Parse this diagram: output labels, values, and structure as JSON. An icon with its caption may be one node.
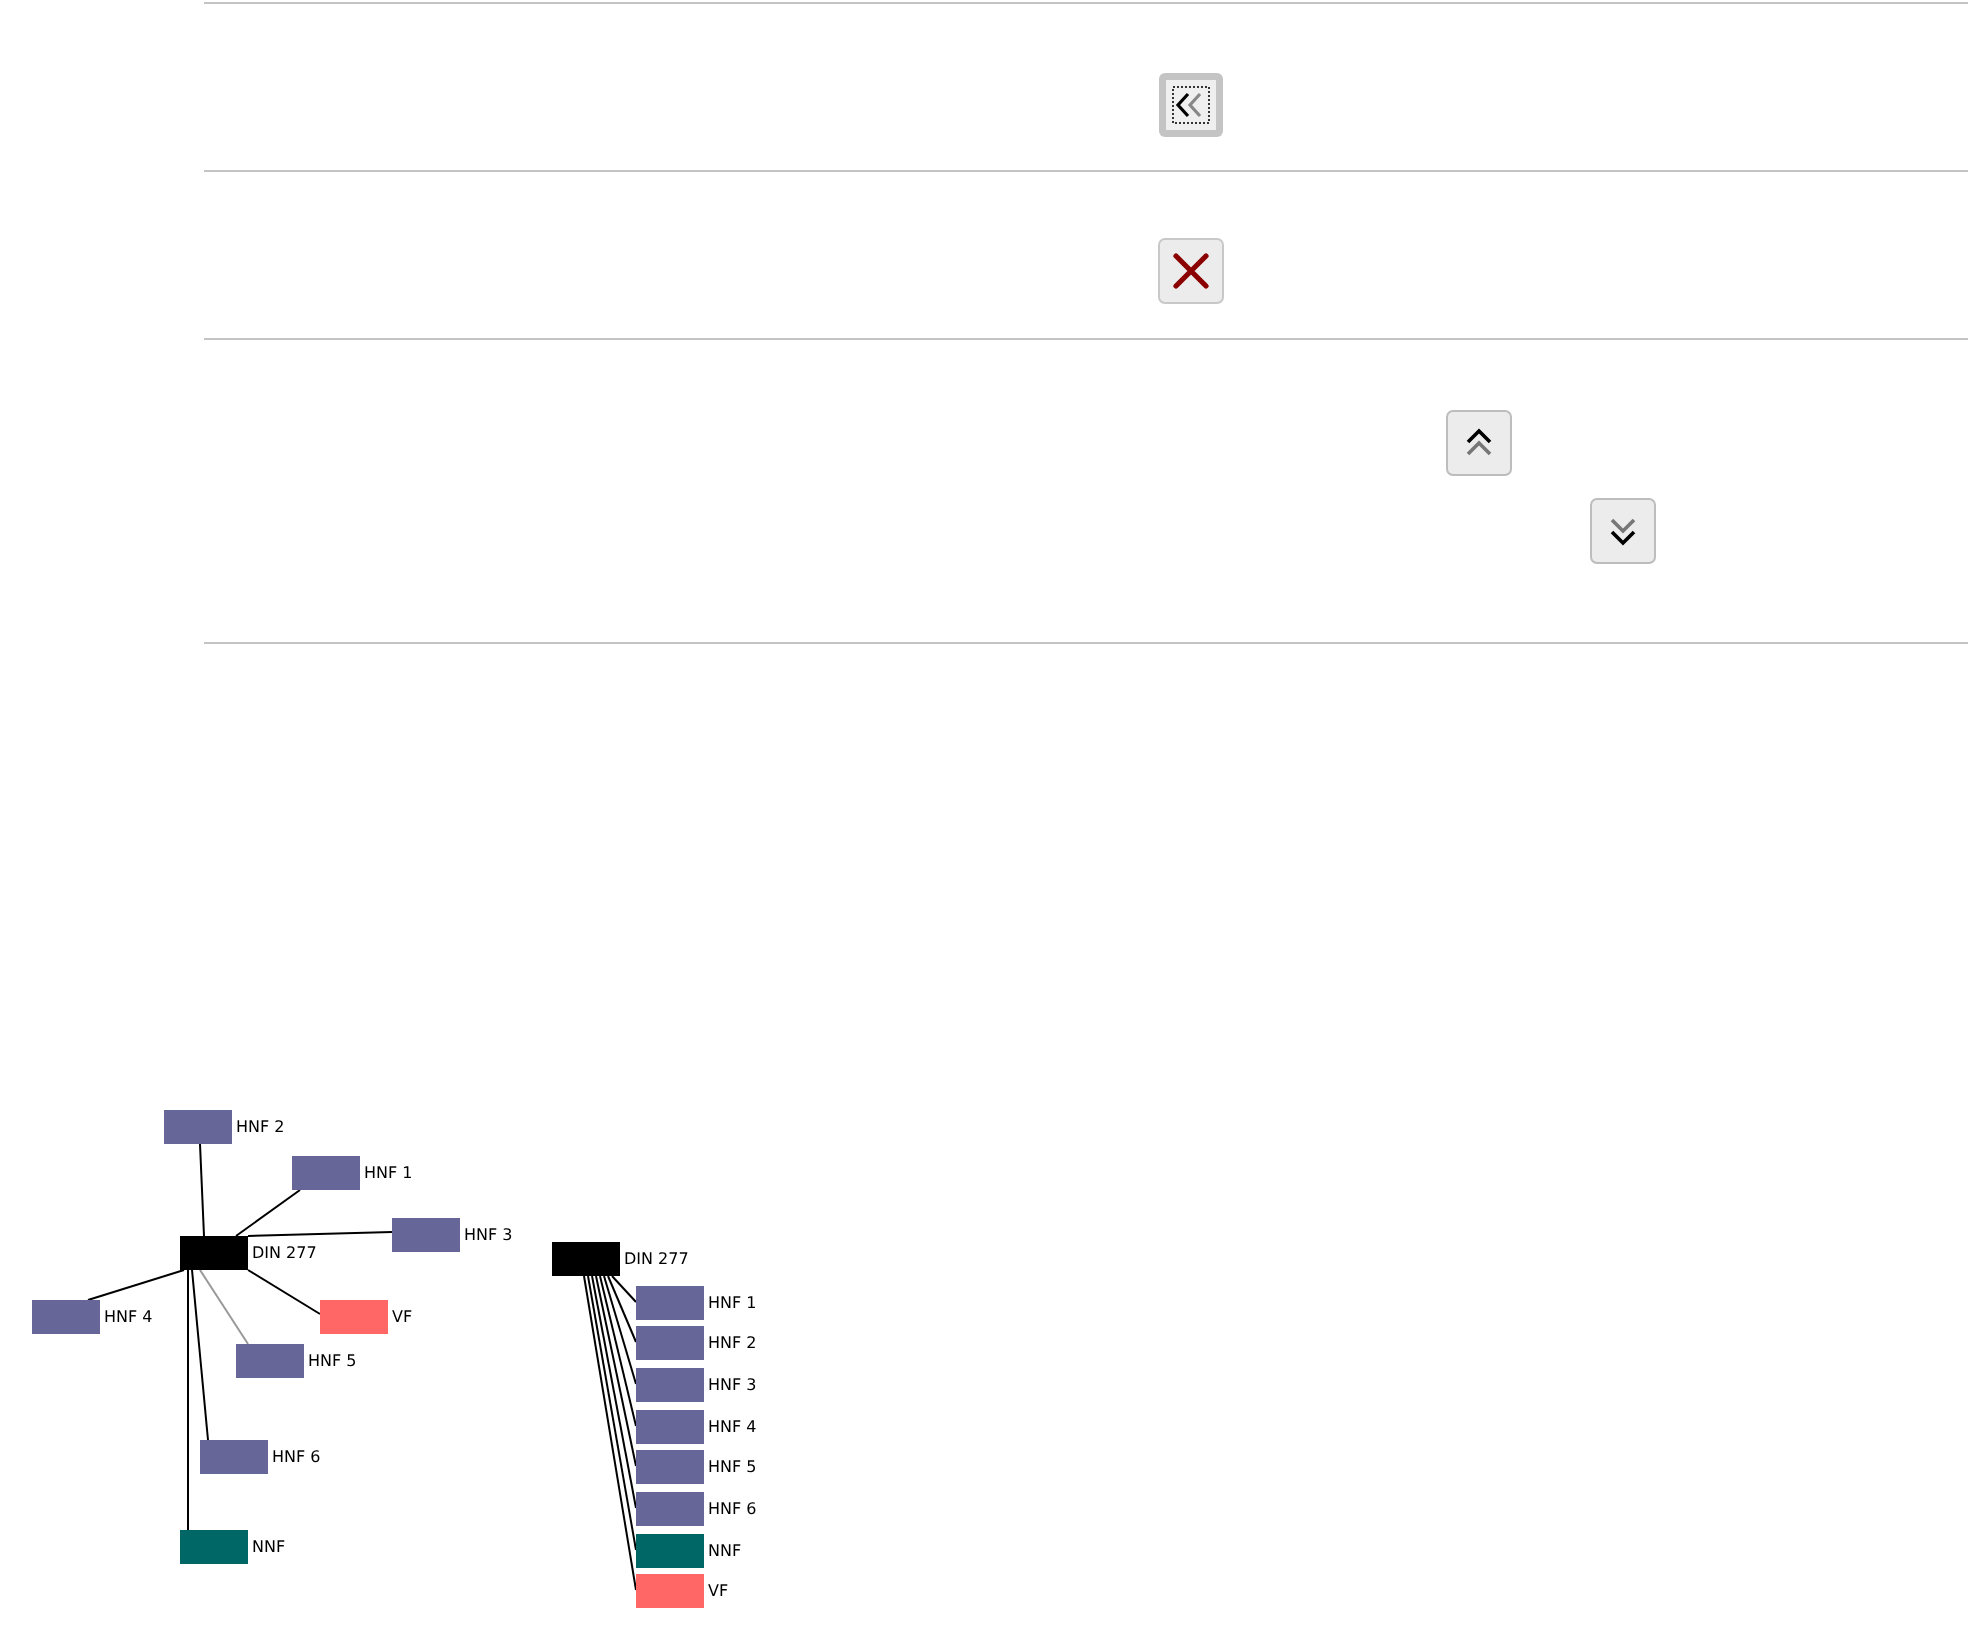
{
  "diagram": {
    "nodes": [
      {
        "text": [
          "HNF 2"
        ]
      },
      {
        "text": [
          "HNF 1"
        ]
      },
      {
        "text": [
          "HNF 3"
        ]
      },
      {
        "text": [
          "DIN 277"
        ]
      },
      {
        "text": [
          "HNF 4"
        ]
      },
      {
        "text": [
          "HNF 5"
        ]
      },
      {
        "text": [
          "VF"
        ]
      },
      {
        "text": [
          "HNF 6"
        ]
      },
      {
        "text": [
          "NNF"
        ]
      },
      {
        "text": [
          "DIN 277"
        ]
      },
      {
        "text": [
          "HNF 1"
        ]
      },
      {
        "text": [
          "HNF 2"
        ]
      },
      {
        "text": [
          "HNF 3"
        ]
      },
      {
        "text": [
          "HNF 4"
        ]
      },
      {
        "text": [
          "HNF 5"
        ]
      },
      {
        "text": [
          "HNF 6"
        ]
      },
      {
        "text": [
          "NNF"
        ]
      },
      {
        "text": [
          "VF"
        ]
      }
    ],
    "edges": [
      {
        "from": 3,
        "to": 0,
        "arrow": "none"
      },
      {
        "from": 3,
        "to": 1,
        "arrow": "none"
      },
      {
        "from": 3,
        "to": 2,
        "arrow": "none"
      },
      {
        "from": 3,
        "to": 4,
        "arrow": "none"
      },
      {
        "from": 3,
        "to": 5,
        "arrow": "none",
        "color": "#999999"
      },
      {
        "from": 3,
        "to": 6,
        "arrow": "none"
      },
      {
        "from": 3,
        "to": 7,
        "arrow": "none"
      },
      {
        "from": 3,
        "to": 8,
        "arrow": "none"
      },
      {
        "from": 9,
        "to": 10,
        "arrow": "none"
      },
      {
        "from": 9,
        "to": 11,
        "arrow": "none"
      },
      {
        "from": 9,
        "to": 12,
        "arrow": "none"
      },
      {
        "from": 9,
        "to": 13,
        "arrow": "none"
      },
      {
        "from": 9,
        "to": 14,
        "arrow": "none"
      },
      {
        "from": 9,
        "to": 15,
        "arrow": "none"
      },
      {
        "from": 9,
        "to": 16,
        "arrow": "none"
      },
      {
        "from": 9,
        "to": 17,
        "arrow": "none"
      }
    ]
  }
}
